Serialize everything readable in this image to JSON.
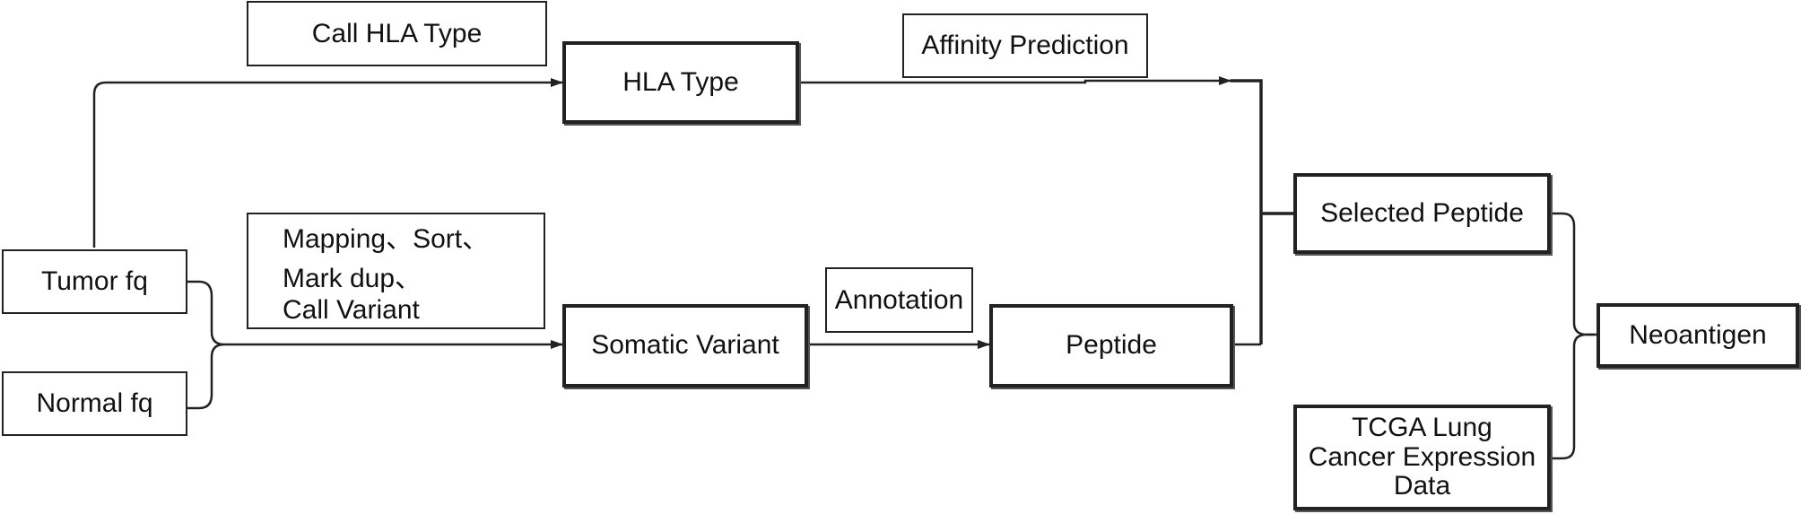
{
  "nodes": {
    "tumor_fq": "Tumor fq",
    "normal_fq": "Normal fq",
    "hla_type": "HLA Type",
    "somatic_variant": "Somatic Variant",
    "peptide": "Peptide",
    "selected_peptide": "Selected Peptide",
    "neoantigen": "Neoantigen",
    "tcga": [
      "TCGA Lung",
      "Cancer Expression",
      "Data"
    ]
  },
  "edge_labels": {
    "call_hla_type": "Call HLA Type",
    "affinity_prediction": "Affinity Prediction",
    "annotation": "Annotation",
    "mapping": [
      "Mapping、Sort、",
      "Mark dup、",
      "Call Variant"
    ]
  }
}
